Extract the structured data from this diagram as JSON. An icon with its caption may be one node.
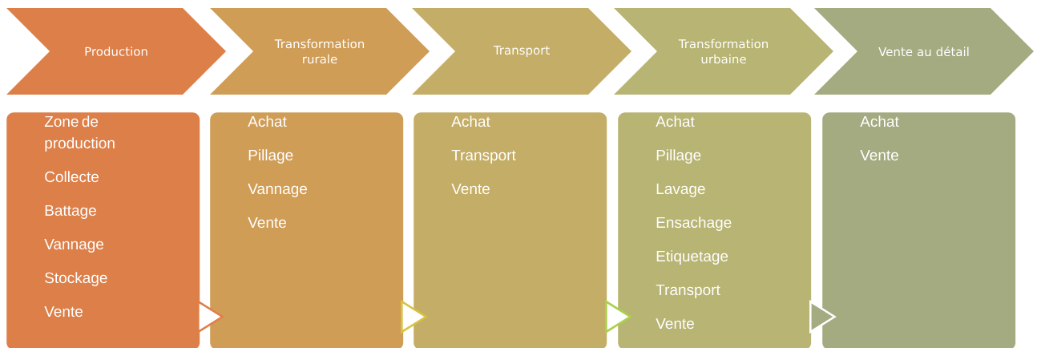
{
  "diagram": {
    "nodes": [
      {
        "text": [
          "Production"
        ]
      },
      {
        "text": [
          "Transformation rurale"
        ]
      },
      {
        "text": [
          "Transport"
        ]
      },
      {
        "text": [
          "Transformation urbaine"
        ]
      },
      {
        "text": [
          "Vente au détail"
        ]
      },
      {
        "text": [
          "Zone de production",
          "Collecte",
          "Battage",
          "Vannage",
          "Stockage",
          "Vente"
        ]
      },
      {
        "text": [
          "Achat",
          "Pillage",
          "Vannage",
          "Vente"
        ]
      },
      {
        "text": [
          "Achat",
          "Transport",
          "Vente"
        ]
      },
      {
        "text": [
          "Achat",
          "Pillage",
          "Lavage",
          "Ensachage",
          "Etiquetage",
          "Transport",
          "Vente"
        ]
      },
      {
        "text": [
          "Achat",
          "Vente"
        ]
      }
    ],
    "edges": [
      {
        "from": 5,
        "to": 6,
        "arrow": "to",
        "color": "#e07e47"
      },
      {
        "from": 6,
        "to": 7,
        "arrow": "to",
        "color": "#d9c23e"
      },
      {
        "from": 7,
        "to": 8,
        "arrow": "to",
        "color": "#a9d247"
      },
      {
        "from": 8,
        "to": 9,
        "arrow": "to",
        "color": "#ffffff"
      }
    ]
  }
}
